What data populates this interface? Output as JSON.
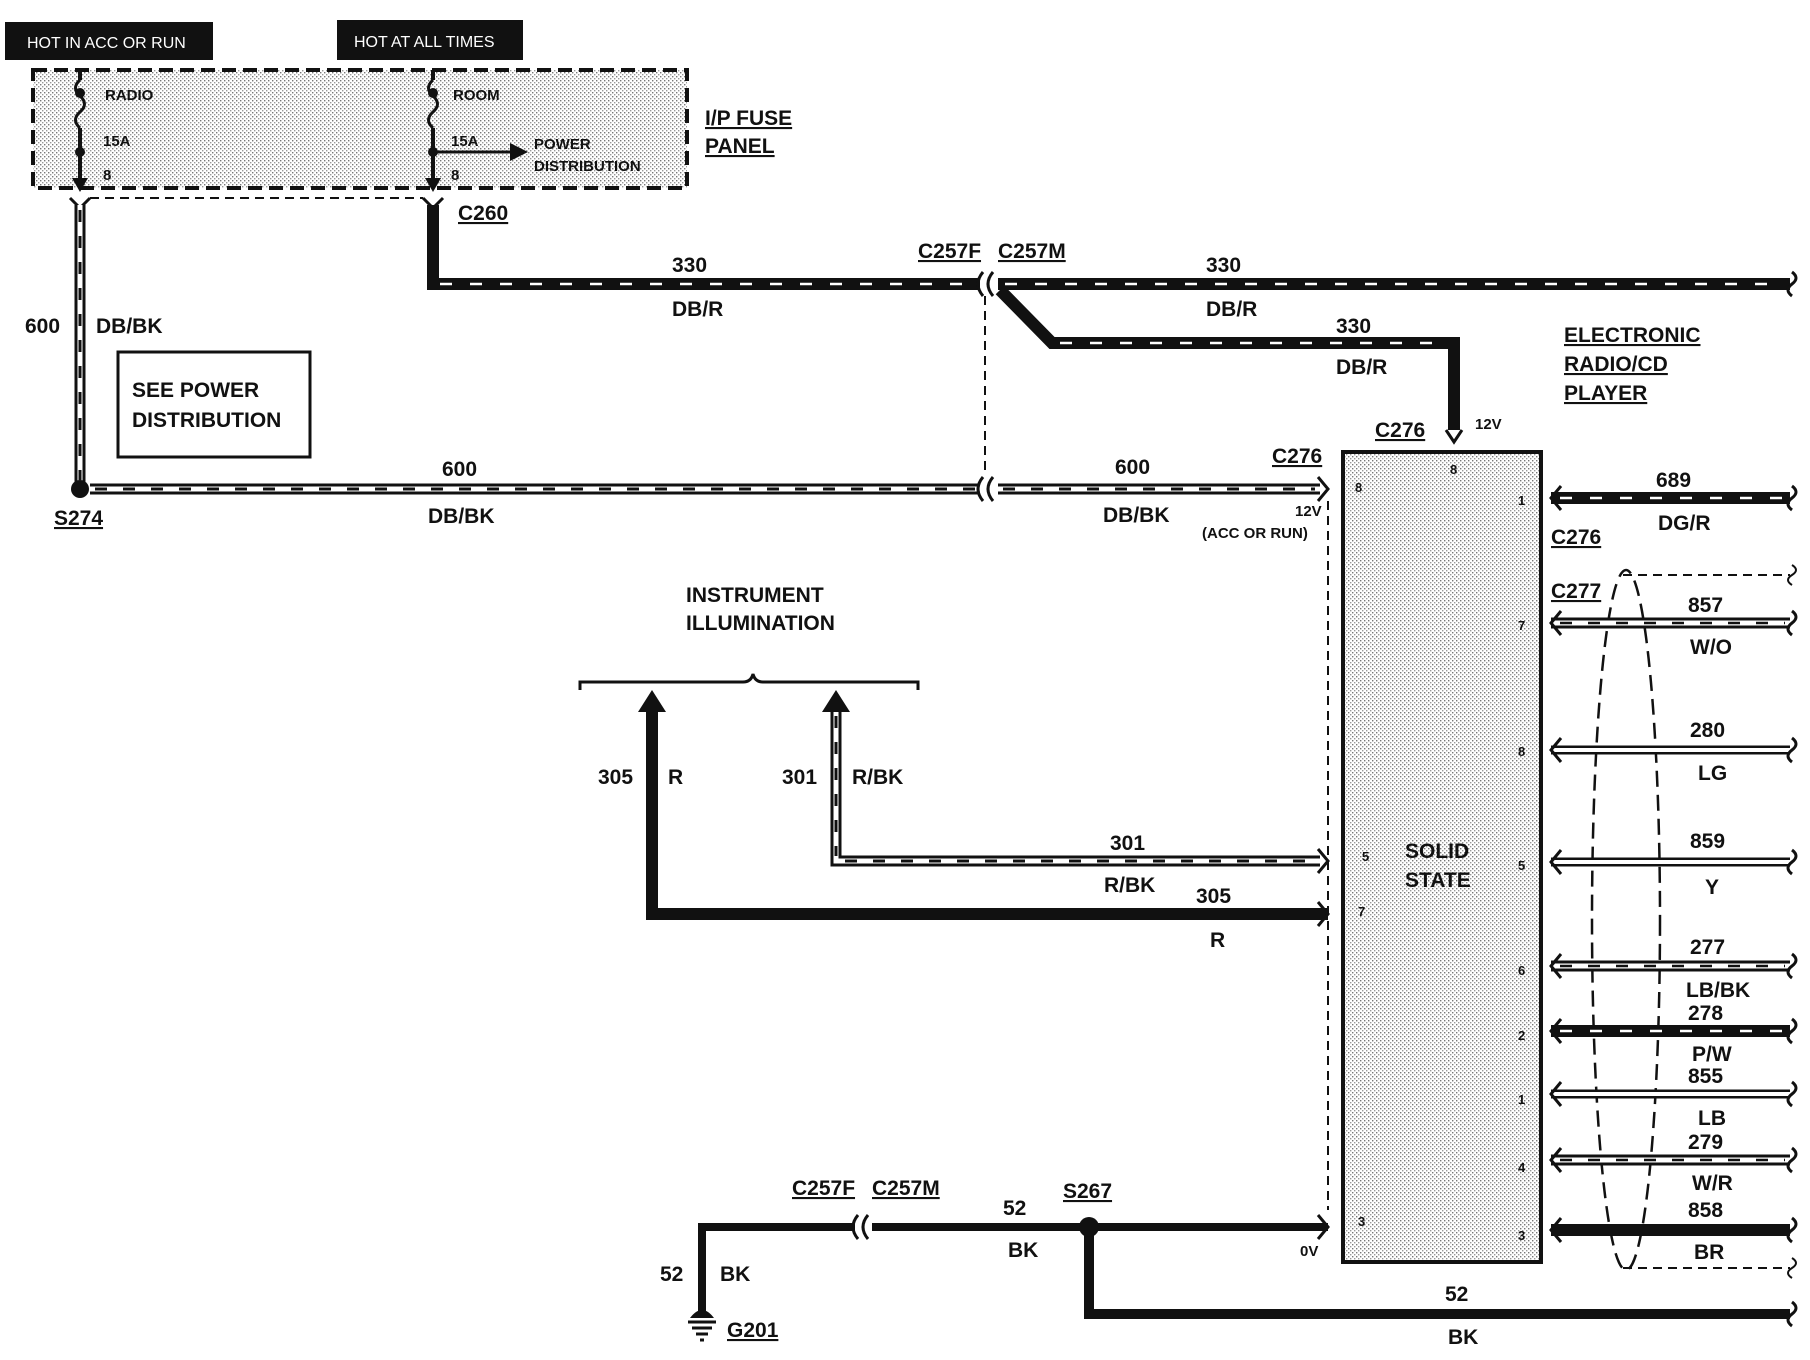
{
  "header_boxes": {
    "acc_run": "HOT IN ACC OR RUN",
    "all_times": "HOT AT ALL TIMES"
  },
  "fuse_panel": {
    "title_line1": "I/P FUSE",
    "title_line2": "PANEL",
    "fuse_left": {
      "name": "RADIO",
      "rating": "15A",
      "num": "8"
    },
    "fuse_right": {
      "name": "ROOM",
      "rating": "15A",
      "num": "8"
    },
    "power_dist_line1": "POWER",
    "power_dist_line2": "DISTRIBUTION"
  },
  "connectors": {
    "c260": "C260",
    "c257f": "C257F",
    "c257m": "C257M",
    "c276": "C276",
    "c277": "C277",
    "s274": "S274",
    "s267": "S267",
    "g201": "G201"
  },
  "see_power_box": {
    "line1": "SEE POWER",
    "line2": "DISTRIBUTION"
  },
  "instrument_illumination": {
    "line1": "INSTRUMENT",
    "line2": "ILLUMINATION"
  },
  "radio_title": {
    "line1": "ELECTRONIC",
    "line2": "RADIO/CD",
    "line3": "PLAYER"
  },
  "solid_state": {
    "line1": "SOLID",
    "line2": "STATE"
  },
  "voltage_notes": {
    "v12": "12V",
    "acc_or_run": "(ACC OR RUN)",
    "v0": "0V"
  },
  "wires": {
    "w600": {
      "circuit": "600",
      "color": "DB/BK"
    },
    "w330": {
      "circuit": "330",
      "color": "DB/R"
    },
    "w305": {
      "circuit": "305",
      "color": "R"
    },
    "w301": {
      "circuit": "301",
      "color": "R/BK"
    },
    "w52": {
      "circuit": "52",
      "color": "BK"
    },
    "w689": {
      "circuit": "689",
      "color": "DG/R"
    },
    "w857": {
      "circuit": "857",
      "color": "W/O"
    },
    "w280": {
      "circuit": "280",
      "color": "LG"
    },
    "w859": {
      "circuit": "859",
      "color": "Y"
    },
    "w277": {
      "circuit": "277",
      "color": "LB/BK"
    },
    "w278": {
      "circuit": "278",
      "color": "P/W"
    },
    "w855": {
      "circuit": "855",
      "color": "LB"
    },
    "w279": {
      "circuit": "279",
      "color": "W/R"
    },
    "w858": {
      "circuit": "858",
      "color": "BR"
    }
  },
  "pins": {
    "left": [
      "8",
      "5",
      "7",
      "3"
    ],
    "top": "8",
    "right": [
      "1",
      "7",
      "8",
      "5",
      "6",
      "2",
      "1",
      "4",
      "3"
    ]
  }
}
